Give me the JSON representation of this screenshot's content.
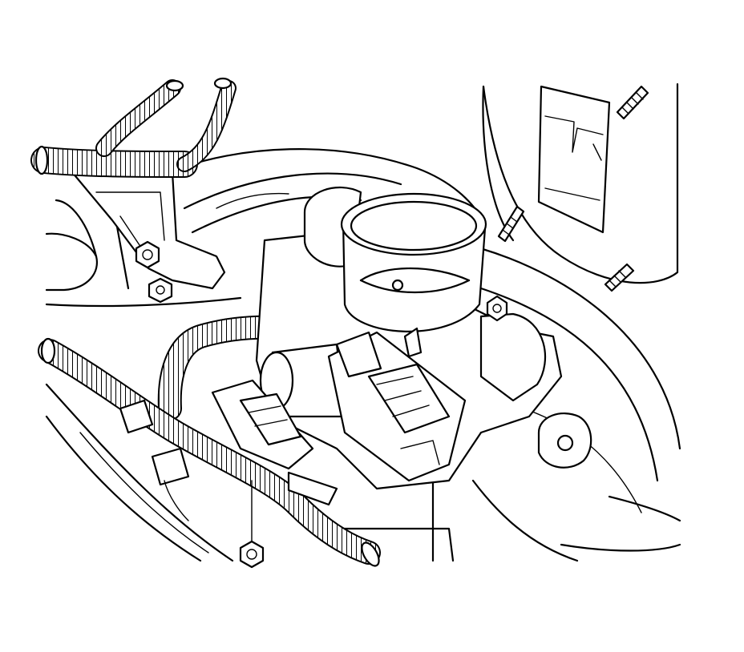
{
  "colors": {
    "background": "#ffffff",
    "line": "#000000"
  },
  "components": [
    {
      "name": "throttle-body",
      "icon": "throttle-body-icon"
    },
    {
      "name": "wiring-harness",
      "icon": "wiring-harness-icon"
    },
    {
      "name": "electrical-connector",
      "icon": "connector-icon"
    },
    {
      "name": "bolt",
      "icon": "bolt-icon"
    },
    {
      "name": "engine-bracket",
      "icon": "bracket-icon"
    }
  ]
}
